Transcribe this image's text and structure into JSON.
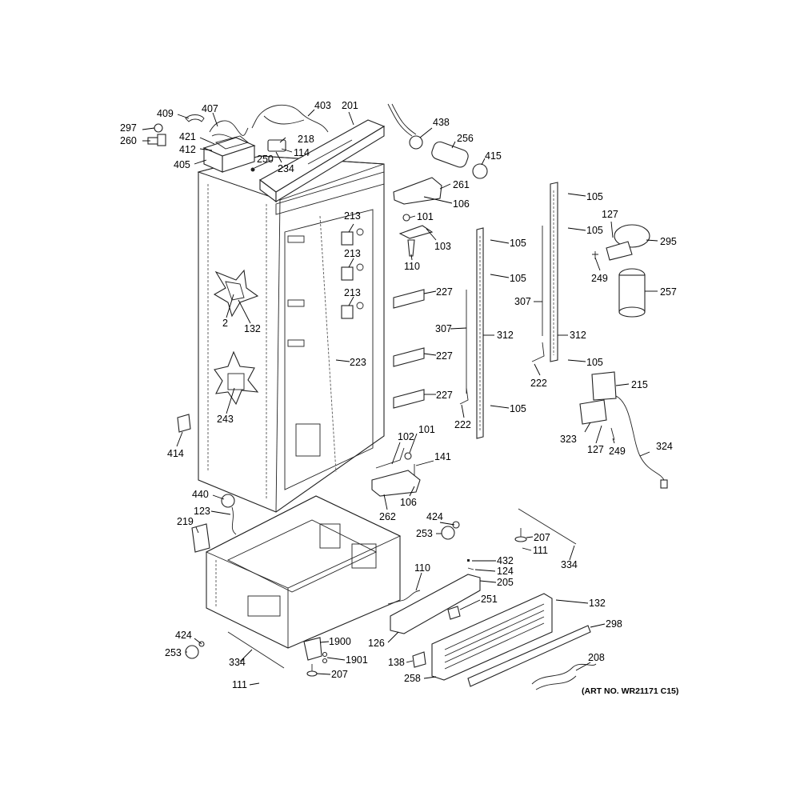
{
  "art_number": "(ART NO. WR21171 C15)",
  "callouts": [
    {
      "id": "c409",
      "label": "409"
    },
    {
      "id": "c407",
      "label": "407"
    },
    {
      "id": "c403",
      "label": "403"
    },
    {
      "id": "c201",
      "label": "201"
    },
    {
      "id": "c297",
      "label": "297"
    },
    {
      "id": "c260",
      "label": "260"
    },
    {
      "id": "c421",
      "label": "421"
    },
    {
      "id": "c412",
      "label": "412"
    },
    {
      "id": "c405",
      "label": "405"
    },
    {
      "id": "c218",
      "label": "218"
    },
    {
      "id": "c114",
      "label": "114"
    },
    {
      "id": "c250",
      "label": "250"
    },
    {
      "id": "c234",
      "label": "234"
    },
    {
      "id": "c438",
      "label": "438"
    },
    {
      "id": "c256",
      "label": "256"
    },
    {
      "id": "c415",
      "label": "415"
    },
    {
      "id": "c261",
      "label": "261"
    },
    {
      "id": "c106a",
      "label": "106"
    },
    {
      "id": "c101a",
      "label": "101"
    },
    {
      "id": "c103",
      "label": "103"
    },
    {
      "id": "c110a",
      "label": "110"
    },
    {
      "id": "c105a",
      "label": "105"
    },
    {
      "id": "c105b",
      "label": "105"
    },
    {
      "id": "c105c",
      "label": "105"
    },
    {
      "id": "c105d",
      "label": "105"
    },
    {
      "id": "c105e",
      "label": "105"
    },
    {
      "id": "c105f",
      "label": "105"
    },
    {
      "id": "c127a",
      "label": "127"
    },
    {
      "id": "c295",
      "label": "295"
    },
    {
      "id": "c249a",
      "label": "249"
    },
    {
      "id": "c257",
      "label": "257"
    },
    {
      "id": "c307a",
      "label": "307"
    },
    {
      "id": "c307b",
      "label": "307"
    },
    {
      "id": "c312a",
      "label": "312"
    },
    {
      "id": "c312b",
      "label": "312"
    },
    {
      "id": "c222a",
      "label": "222"
    },
    {
      "id": "c222b",
      "label": "222"
    },
    {
      "id": "c215",
      "label": "215"
    },
    {
      "id": "c323",
      "label": "323"
    },
    {
      "id": "c127b",
      "label": "127"
    },
    {
      "id": "c249b",
      "label": "249"
    },
    {
      "id": "c324",
      "label": "324"
    },
    {
      "id": "c213a",
      "label": "213"
    },
    {
      "id": "c213b",
      "label": "213"
    },
    {
      "id": "c213c",
      "label": "213"
    },
    {
      "id": "c227a",
      "label": "227"
    },
    {
      "id": "c227b",
      "label": "227"
    },
    {
      "id": "c227c",
      "label": "227"
    },
    {
      "id": "c223",
      "label": "223"
    },
    {
      "id": "c2",
      "label": "2"
    },
    {
      "id": "c132a",
      "label": "132"
    },
    {
      "id": "c243",
      "label": "243"
    },
    {
      "id": "c414",
      "label": "414"
    },
    {
      "id": "c102",
      "label": "102"
    },
    {
      "id": "c101b",
      "label": "101"
    },
    {
      "id": "c141",
      "label": "141"
    },
    {
      "id": "c106b",
      "label": "106"
    },
    {
      "id": "c262",
      "label": "262"
    },
    {
      "id": "c440",
      "label": "440"
    },
    {
      "id": "c123",
      "label": "123"
    },
    {
      "id": "c219",
      "label": "219"
    },
    {
      "id": "c424a",
      "label": "424"
    },
    {
      "id": "c253a",
      "label": "253"
    },
    {
      "id": "c207a",
      "label": "207"
    },
    {
      "id": "c111a",
      "label": "111"
    },
    {
      "id": "c334a",
      "label": "334"
    },
    {
      "id": "c432",
      "label": "432"
    },
    {
      "id": "c124",
      "label": "124"
    },
    {
      "id": "c205",
      "label": "205"
    },
    {
      "id": "c110b",
      "label": "110"
    },
    {
      "id": "c251",
      "label": "251"
    },
    {
      "id": "c132b",
      "label": "132"
    },
    {
      "id": "c298",
      "label": "298"
    },
    {
      "id": "c126",
      "label": "126"
    },
    {
      "id": "c138",
      "label": "138"
    },
    {
      "id": "c258",
      "label": "258"
    },
    {
      "id": "c208",
      "label": "208"
    },
    {
      "id": "c424b",
      "label": "424"
    },
    {
      "id": "c253b",
      "label": "253"
    },
    {
      "id": "c334b",
      "label": "334"
    },
    {
      "id": "c1900",
      "label": "1900"
    },
    {
      "id": "c1901",
      "label": "1901"
    },
    {
      "id": "c207b",
      "label": "207"
    },
    {
      "id": "c111b",
      "label": "111"
    }
  ]
}
